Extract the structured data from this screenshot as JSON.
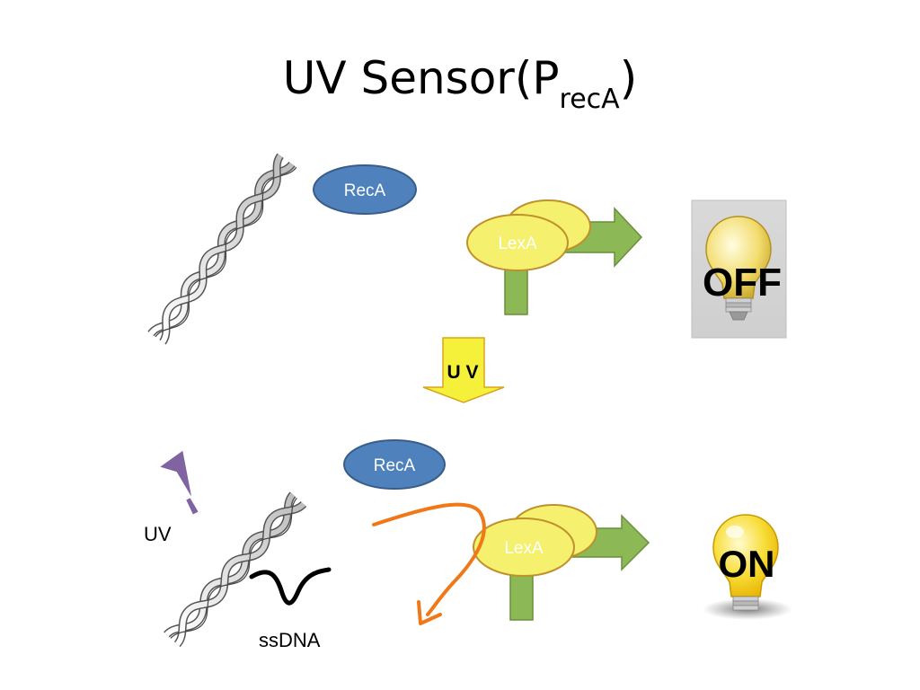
{
  "title": {
    "main": "UV Sensor(P",
    "subscript": "recA",
    "close": ")"
  },
  "top_state": {
    "reca_label": "RecA",
    "lexa_label": "LexA",
    "bulb_label": "OFF",
    "bulb_icon": "lightbulb-off-icon"
  },
  "transition": {
    "arrow_label": "U V",
    "arrow_color": "#f5f03a"
  },
  "bottom_state": {
    "reca_label": "RecA",
    "lexa_label": "LexA",
    "uv_label": "UV",
    "ssdna_label": "ssDNA",
    "bulb_label": "ON",
    "bulb_icon": "lightbulb-on-icon"
  },
  "colors": {
    "reca_fill": "#4f81bd",
    "lexa_fill": "#f5f06e",
    "lexa_stroke": "#c0902a",
    "promoter_green": "#8cb856",
    "uv_bolt": "#8064a2",
    "curve_orange": "#f07818"
  }
}
